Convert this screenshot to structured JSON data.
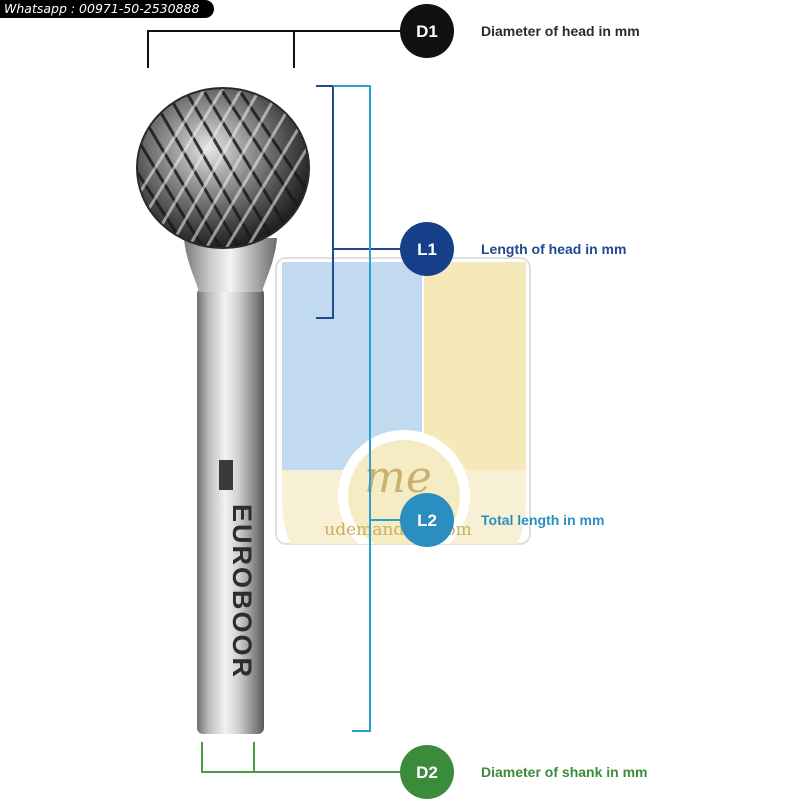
{
  "watermark": {
    "contact": "Whatsapp : 00971-50-2530888",
    "monogram": "me",
    "site": "udemandme.com"
  },
  "product": {
    "brand": "EUROBOOR"
  },
  "dimensions": [
    {
      "code": "D1",
      "label": "Diameter of head in mm",
      "color": "#111111",
      "label_color": "#2b2b2b"
    },
    {
      "code": "L1",
      "label": "Length of head in mm",
      "color": "#163f8a",
      "label_color": "#1f4a8f"
    },
    {
      "code": "L2",
      "label": "Total length in mm",
      "color": "#2a8fc0",
      "label_color": "#2a8fc0"
    },
    {
      "code": "D2",
      "label": "Diameter of shank in mm",
      "color": "#3a8c3a",
      "label_color": "#3a8c3a"
    }
  ],
  "colors": {
    "l2_line": "#2a9fd0",
    "l1_line": "#1e4a8f",
    "d1_line": "#111111",
    "d2_line": "#4a9a4a",
    "watermark_blue": "#bcd6ee",
    "watermark_yellow": "#f6e7b2"
  }
}
